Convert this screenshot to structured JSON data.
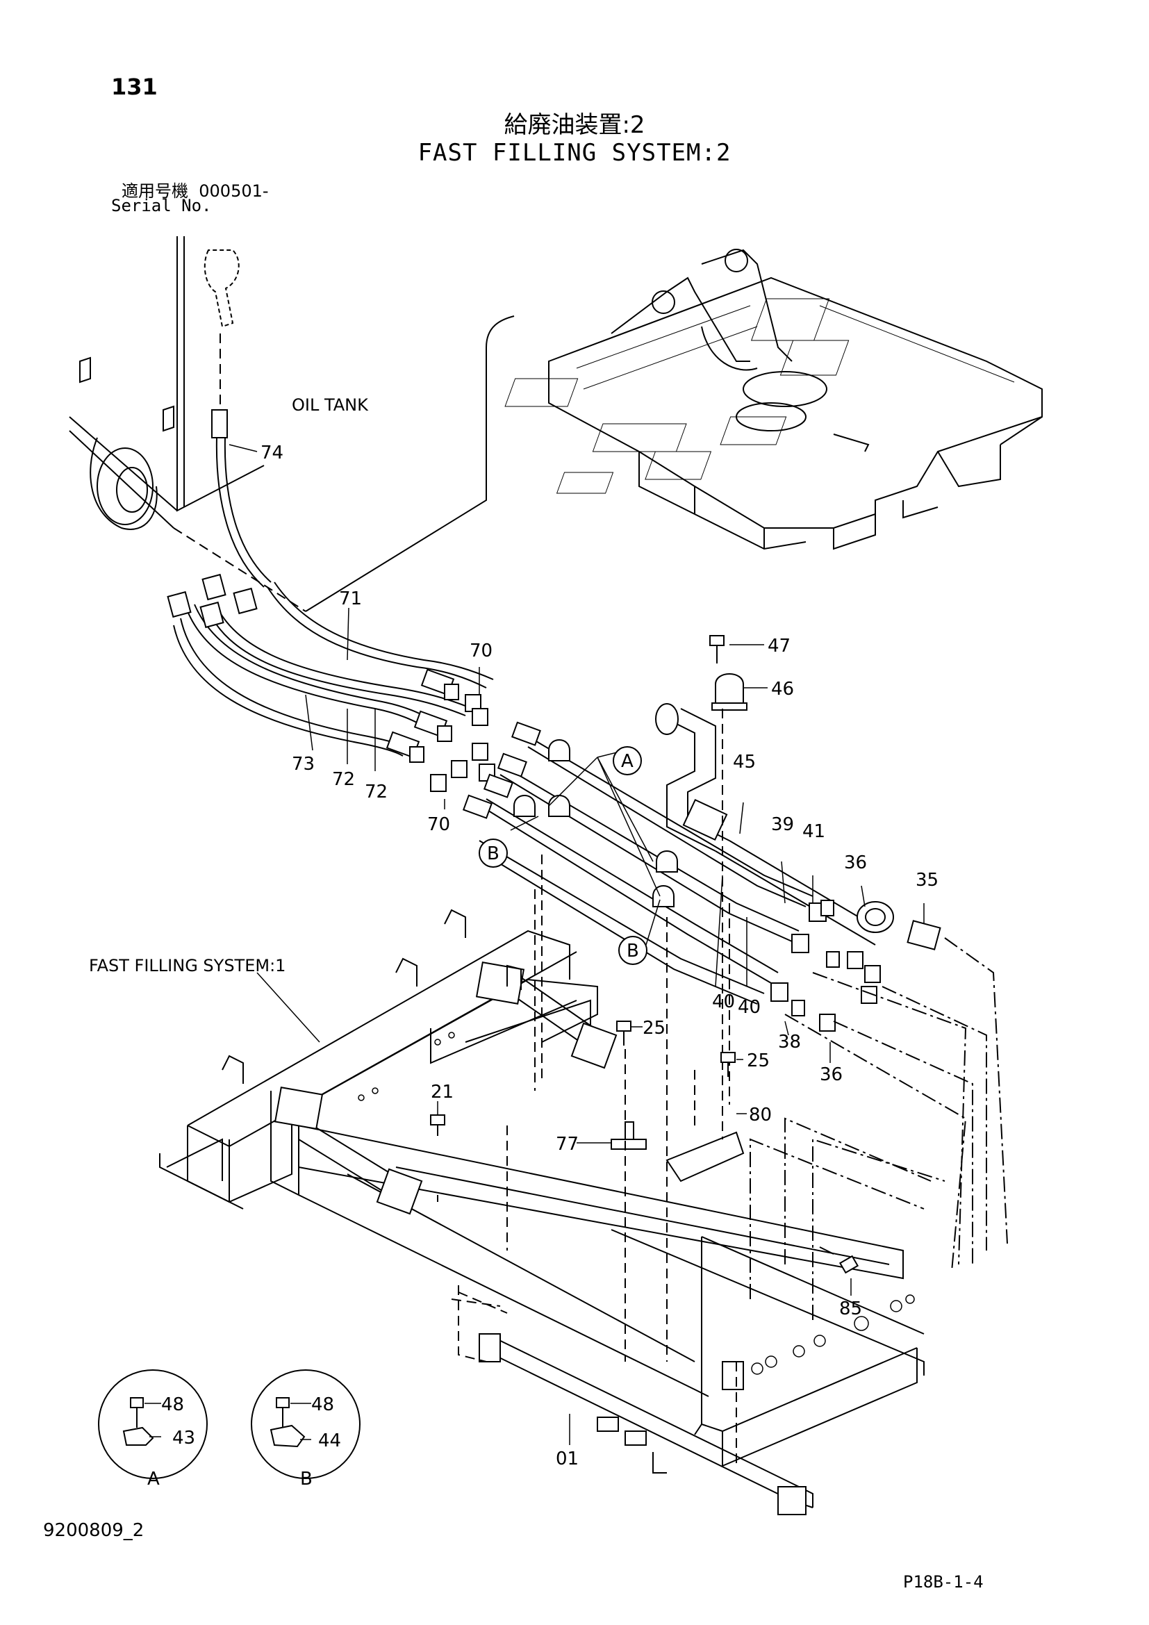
{
  "page_number": "131",
  "title_jp": "給廃油装置:2",
  "title_en": "FAST FILLING SYSTEM:2",
  "serial_label_jp": "適用号機",
  "serial_value": "000501-",
  "serial_label_en": "Serial No.",
  "labels": {
    "oil_tank": "OIL TANK",
    "fast_filling_1": "FAST FILLING SYSTEM:1"
  },
  "callouts": [
    "74",
    "71",
    "70",
    "73",
    "72",
    "72",
    "70",
    "47",
    "46",
    "45",
    "39",
    "41",
    "36",
    "35",
    "40",
    "40",
    "38",
    "36",
    "25",
    "25",
    "80",
    "21",
    "77",
    "85",
    "01",
    "48",
    "43",
    "48",
    "44"
  ],
  "detail_markers": [
    "A",
    "B",
    "B"
  ],
  "details": [
    {
      "letter": "A",
      "bolt_label": "48",
      "clamp_label": "43"
    },
    {
      "letter": "B",
      "bolt_label": "48",
      "clamp_label": "44"
    }
  ],
  "doc_number": "9200809_2",
  "page_code": "P18B-1-4"
}
